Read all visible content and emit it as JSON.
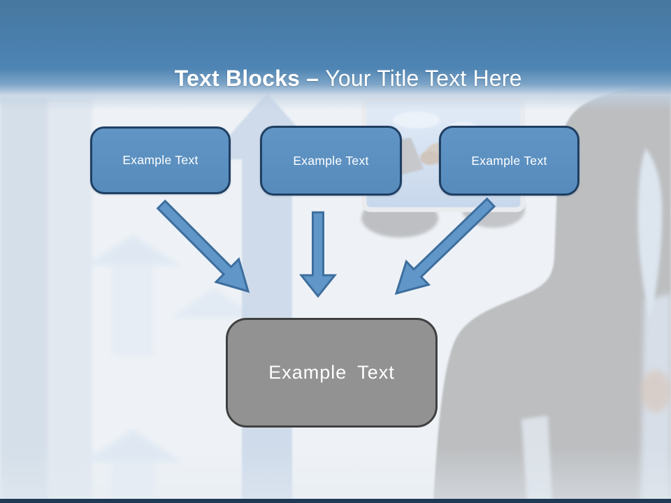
{
  "slide": {
    "title": {
      "highlight": "Text Blocks",
      "dash": " – ",
      "subtitle": "Your Title Text Here"
    },
    "blocks": [
      {
        "label": "Example Text"
      },
      {
        "label": "Example Text"
      },
      {
        "label": "Example Text"
      }
    ],
    "result_block": {
      "label": "Example Text"
    },
    "theme": {
      "header_blue_top": "#47789e",
      "header_blue": "#4a80b0",
      "block_fill": "#5b90c1",
      "block_border": "#1f3f63",
      "block_text": "#ffffff",
      "arrow_fill": "#6096c8",
      "arrow_stroke": "#3d6e9e",
      "result_fill": "#929292",
      "result_border": "#404040",
      "result_text": "#ffffff",
      "footer_bar": "#1f3a55",
      "background_base": "#eef2f6",
      "watermark_blue": "#ccd9e9",
      "silhouette_gray": "#bcbec0"
    },
    "background_art": [
      "rising-arrow-watermark",
      "small-growth-arrows-watermark",
      "handshake-photo-frame",
      "businessman-silhouette"
    ]
  }
}
